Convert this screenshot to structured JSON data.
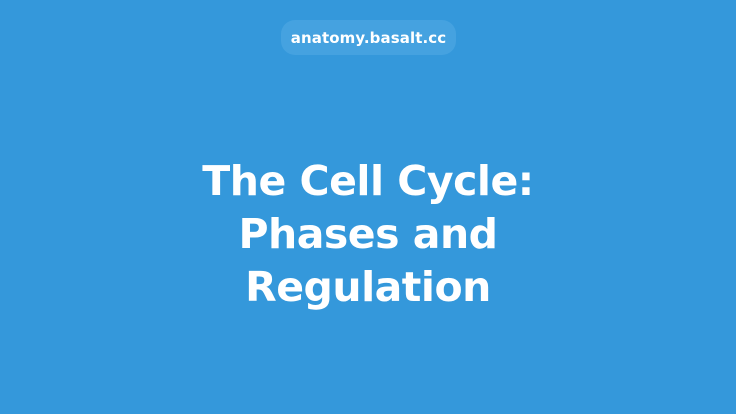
{
  "site": {
    "domain": "anatomy.basalt.cc"
  },
  "article": {
    "title_lines": [
      "The Cell Cycle:",
      "Phases and",
      "Regulation"
    ]
  },
  "colors": {
    "background": "#3498db",
    "pill": "#45a2e0",
    "text": "#ffffff"
  }
}
